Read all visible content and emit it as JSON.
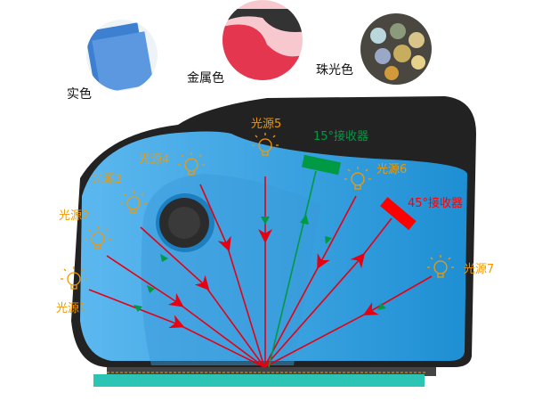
{
  "samples": [
    {
      "label": "实色",
      "icon": "solid-color-sample"
    },
    {
      "label": "金属色",
      "icon": "metallic-color-sample"
    },
    {
      "label": "珠光色",
      "icon": "pearlescent-color-sample"
    }
  ],
  "sources": [
    "光源1",
    "光源2",
    "光源3",
    "光源4",
    "光源5",
    "光源6",
    "光源7"
  ],
  "receivers": {
    "r15": {
      "label": "15°接收器",
      "color": "#009944"
    },
    "r45": {
      "label": "45°接收器",
      "color": "#ff0000"
    }
  },
  "colors": {
    "ray": "#e60012",
    "source_label": "#f39800",
    "body": "#2e9fe0",
    "shell": "#222222",
    "stage": "#2cc5b5"
  }
}
